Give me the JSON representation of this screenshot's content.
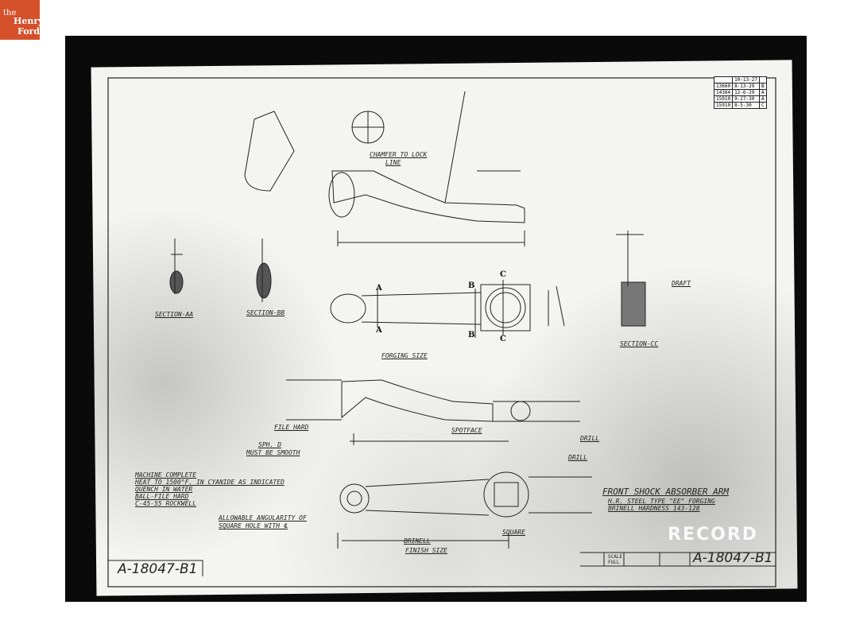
{
  "logo": {
    "line1": "the",
    "line2": "Henry",
    "line3": "Ford"
  },
  "drawing": {
    "title": "FRONT SHOCK ABSORBER ARM",
    "material": "H.R. STEEL TYPE \"EE\" FORGING",
    "hardness": "BRINELL HARDNESS 143-128",
    "number": "A-18047-B1",
    "watermark": "RECORD",
    "labels": {
      "chamfer": "CHAMFER TO LOCK",
      "chamfer2": "LINE",
      "section_aa": "SECTION-AA",
      "section_bb": "SECTION-BB",
      "section_cc": "SECTION-CC",
      "forging_size": "FORGING SIZE",
      "file_hard": "FILE HARD",
      "sph": "SPH. D",
      "smooth": "MUST BE SMOOTH",
      "spotface": "SPOTFACE",
      "drill": "DRILL",
      "drill2": "DRILL",
      "draft": "DRAFT",
      "square": "SQUARE",
      "brinell": "BRINELL",
      "finish_size": "FINISH SIZE",
      "angularity1": "ALLOWABLE ANGULARITY OF",
      "angularity2": "SQUARE HOLE WITH ℄"
    },
    "notes": [
      "MACHINE COMPLETE",
      "HEAT TO 1500°F. IN CYANIDE AS INDICATED",
      "QUENCH IN WATER",
      "BALL-FILE HARD",
      "C-45-55 ROCKWELL"
    ],
    "section_letters": {
      "a": "A",
      "b": "B",
      "c": "C"
    },
    "title_block": {
      "scale_label": "SCALE",
      "scale": "FULL"
    },
    "revisions": {
      "date": "10-13-27",
      "rows": [
        [
          "13660",
          "8-13-29",
          "B"
        ],
        [
          "14384",
          "12-6-29",
          "A"
        ],
        [
          "15910",
          "9-27-30",
          "A"
        ],
        [
          "15910",
          "8-5-30",
          "C"
        ]
      ]
    }
  }
}
